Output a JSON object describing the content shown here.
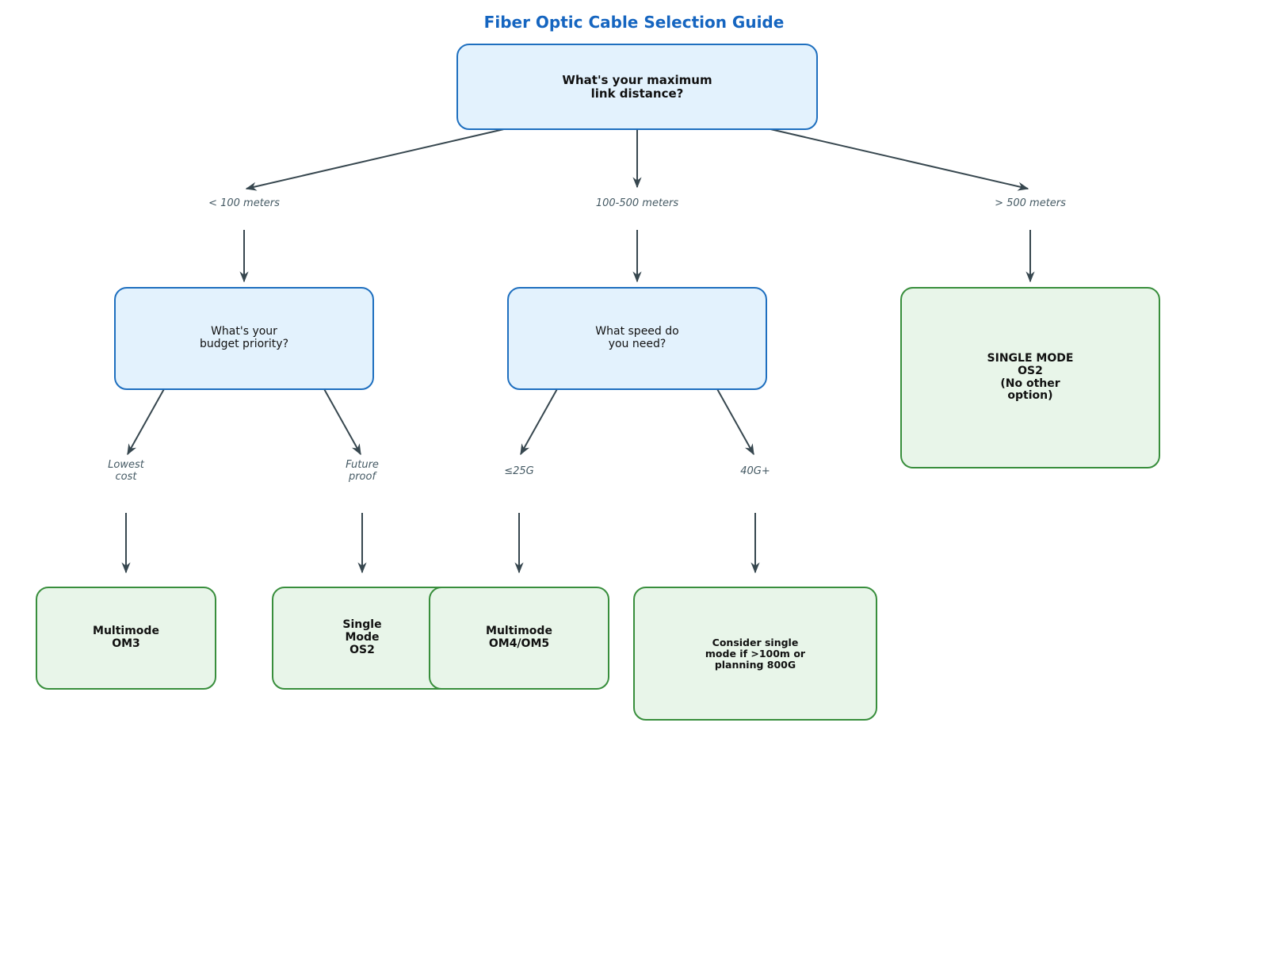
{
  "title": "Fiber Optic Cable Selection Guide",
  "colors": {
    "title": "#1565c0",
    "question_fill": "#e3f2fd",
    "question_border": "#1e6fbf",
    "result_fill": "#e8f5e9",
    "result_border": "#388e3c",
    "arrow": "#37474f",
    "label": "#455a64"
  },
  "nodes": {
    "root": "What's your maximum\nlink distance?",
    "budget": "What's your\nbudget priority?",
    "speed": "What speed do\nyou need?",
    "single_os2_long": "SINGLE MODE\nOS2\n(No other\noption)",
    "om3": "Multimode\nOM3",
    "single_os2": "Single\nMode\nOS2",
    "om4_om5": "Multimode\nOM4/OM5",
    "consider_single": "Consider single\nmode if >100m or\nplanning 800G"
  },
  "edge_labels": {
    "lt100": "< 100 meters",
    "mid": "100-500 meters",
    "gt500": "> 500 meters",
    "lowest_cost": "Lowest\ncost",
    "future_proof": "Future\nproof",
    "le25g": "≤25G",
    "g40plus": "40G+"
  }
}
